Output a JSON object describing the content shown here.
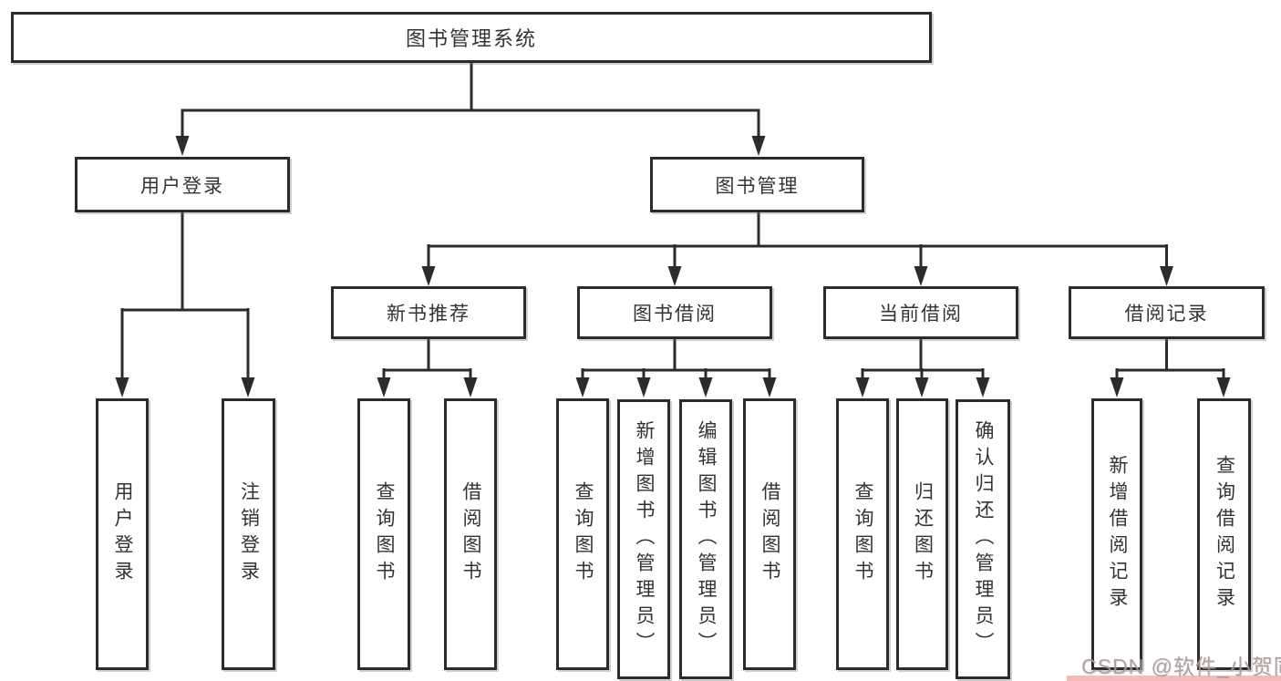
{
  "colors": {
    "background": "#ffffff",
    "line": "#2b2b2b",
    "box_border": "#2b2b2b",
    "text": "#333333",
    "watermark_text": "#9c9c9c",
    "watermark_accent": "#f2bcbc"
  },
  "diagram": {
    "root": {
      "label": "图书管理系统"
    },
    "level2": [
      {
        "label": "用户登录"
      },
      {
        "label": "图书管理"
      }
    ],
    "level3": [
      {
        "label": "新书推荐"
      },
      {
        "label": "图书借阅"
      },
      {
        "label": "当前借阅"
      },
      {
        "label": "借阅记录"
      }
    ],
    "leaves": {
      "user_login": [
        {
          "label": "用户登录"
        },
        {
          "label": "注销登录"
        }
      ],
      "new_book_recommend": [
        {
          "label": "查询图书"
        },
        {
          "label": "借阅图书"
        }
      ],
      "book_borrow": [
        {
          "label": "查询图书"
        },
        {
          "label": "新增图书（管理员）"
        },
        {
          "label": "编辑图书（管理员）"
        },
        {
          "label": "借阅图书"
        }
      ],
      "current_borrow": [
        {
          "label": "查询图书"
        },
        {
          "label": "归还图书"
        },
        {
          "label": "确认归还（管理员）"
        }
      ],
      "borrow_record": [
        {
          "label": "新增借阅记录"
        },
        {
          "label": "查询借阅记录"
        }
      ]
    }
  },
  "watermark": {
    "text": "CSDN @软件_小贺同学"
  }
}
